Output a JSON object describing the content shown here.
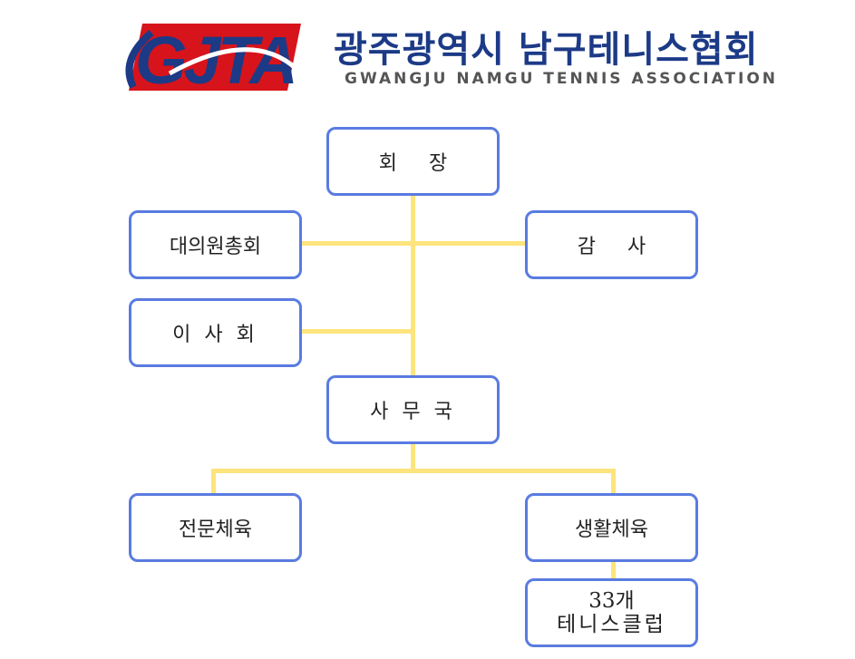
{
  "header": {
    "logo_text": "GJTA",
    "title_ko": "광주광역시 남구테니스협회",
    "title_en": "GWANGJU NAMGU TENNIS ASSOCIATION"
  },
  "org": {
    "president": "회 장",
    "delegates": "대의원총회",
    "auditor": "감 사",
    "board": "이 사 회",
    "secretariat": "사 무 국",
    "elite_sports": "전문체육",
    "life_sports": "생활체육",
    "clubs_count": "33개",
    "clubs_label": "테니스클럽"
  },
  "colors": {
    "box_border": "#5a7be0",
    "connector": "#fde47c",
    "logo_red": "#d7141b",
    "logo_blue": "#1c3a86"
  }
}
